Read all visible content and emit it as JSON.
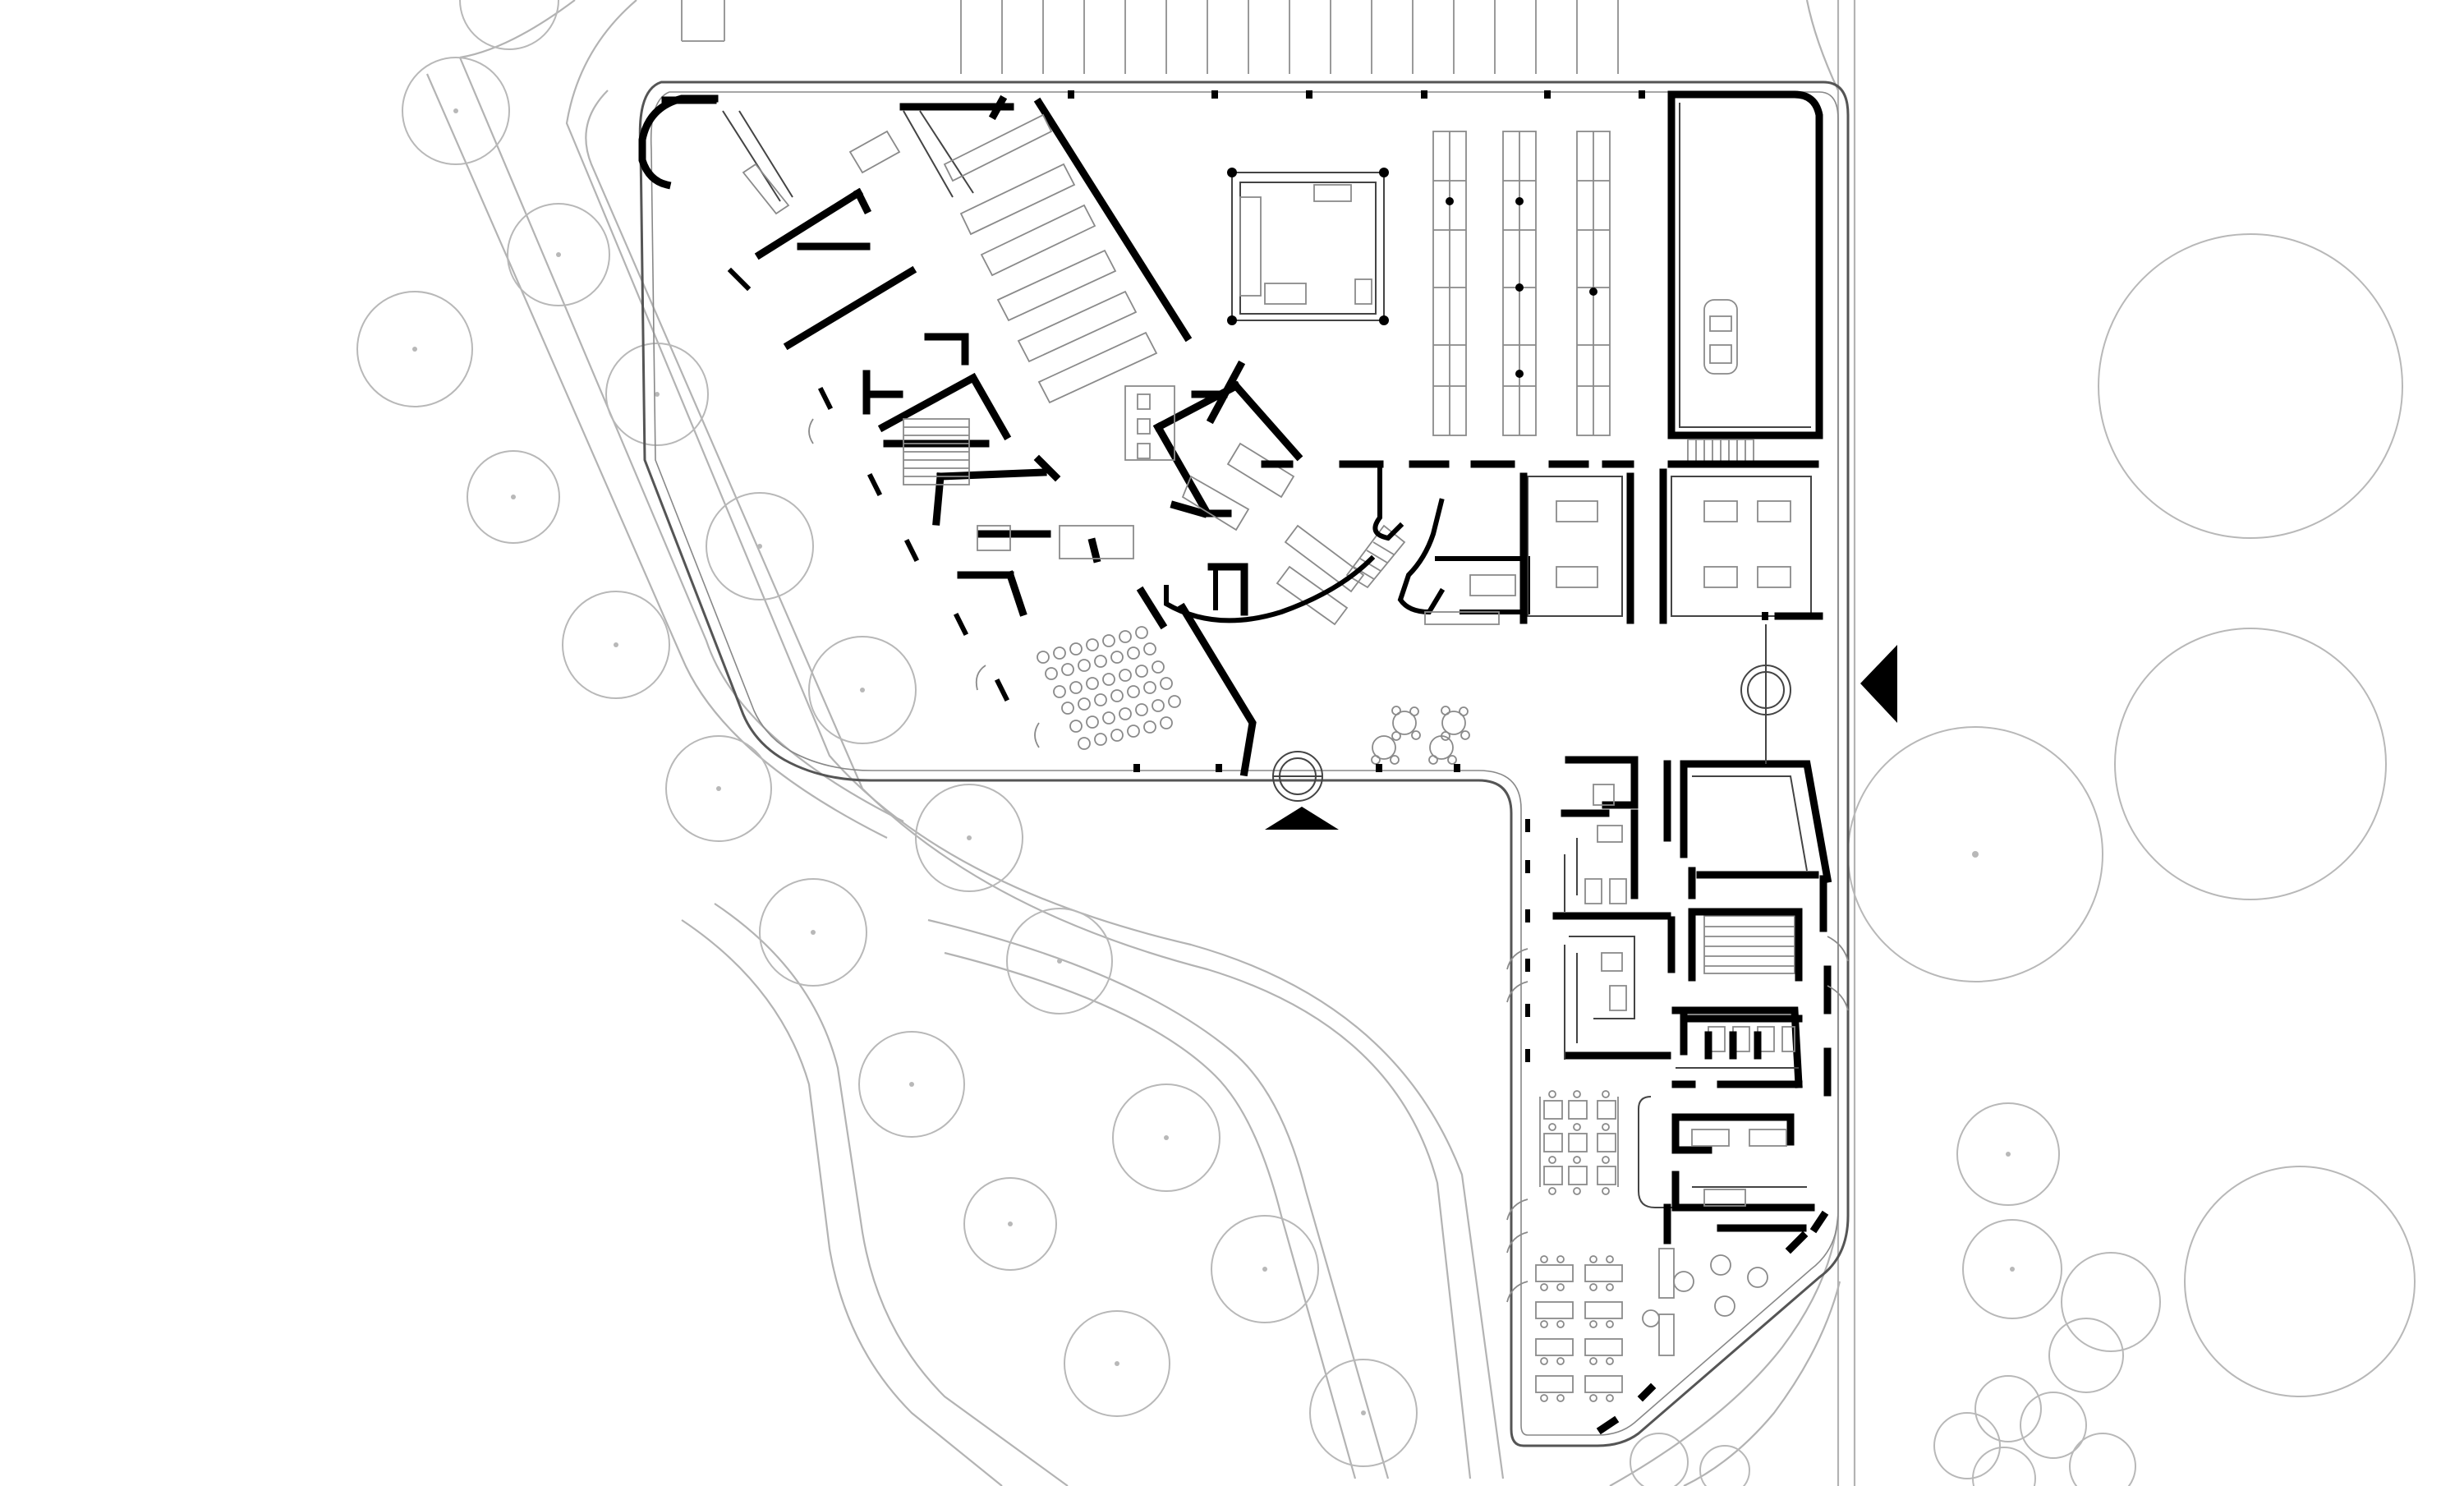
{
  "drawing": {
    "kind": "architectural-ground-floor-plan",
    "colors": {
      "background": "#ffffff",
      "walls": "#000000",
      "context_lines": "#b3b3b3",
      "furniture": "#8a8a8a"
    },
    "entrance_markers": [
      "entrance-arrow-south",
      "entrance-arrow-east"
    ]
  }
}
